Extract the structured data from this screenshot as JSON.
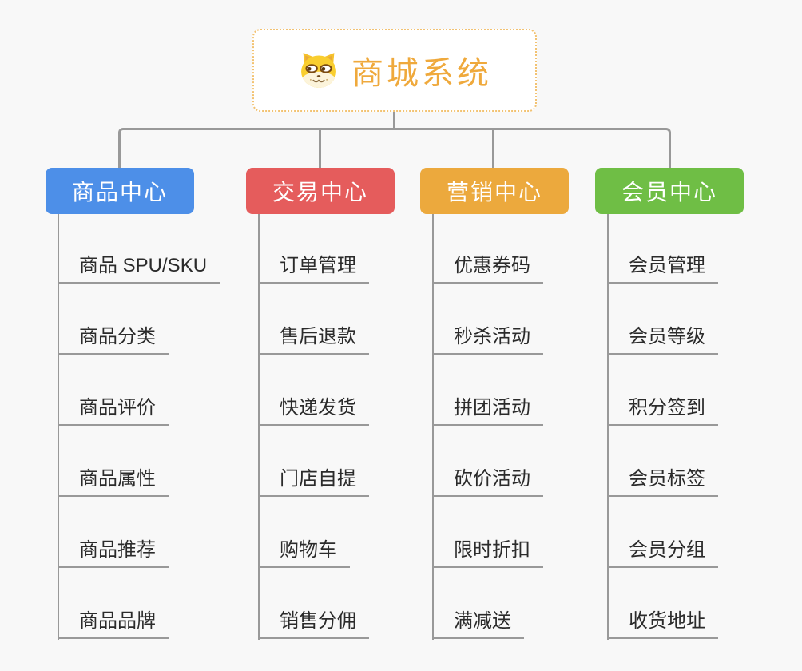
{
  "app": {
    "background_color": "#F8F8F8",
    "connector_color": "#999999"
  },
  "root": {
    "label": "商城系统",
    "icon": "dog-face-icon",
    "text_color": "#EFA93C",
    "border_color": "#F2C272"
  },
  "branches": [
    {
      "label": "商品中心",
      "color": "#4D8FE8",
      "children": [
        "商品 SPU/SKU",
        "商品分类",
        "商品评价",
        "商品属性",
        "商品推荐",
        "商品品牌"
      ]
    },
    {
      "label": "交易中心",
      "color": "#E55C5C",
      "children": [
        "订单管理",
        "售后退款",
        "快递发货",
        "门店自提",
        "购物车",
        "销售分佣"
      ]
    },
    {
      "label": "营销中心",
      "color": "#ECA93D",
      "children": [
        "优惠券码",
        "秒杀活动",
        "拼团活动",
        "砍价活动",
        "限时折扣",
        "满减送"
      ]
    },
    {
      "label": "会员中心",
      "color": "#6FBE45",
      "children": [
        "会员管理",
        "会员等级",
        "积分签到",
        "会员标签",
        "会员分组",
        "收货地址"
      ]
    }
  ]
}
